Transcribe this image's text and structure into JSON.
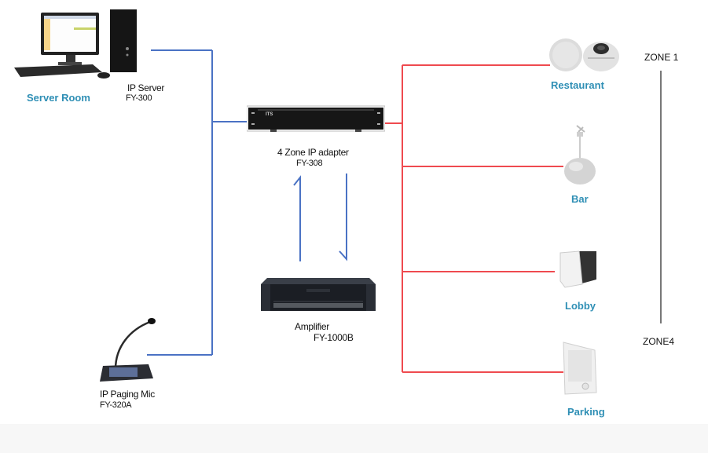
{
  "diagram": {
    "title": "IP paging system topology",
    "colors": {
      "network_wire": "#4a72c4",
      "speaker_wire": "#ef4a4f",
      "zone_bracket": "#777777",
      "zone_label": "#2f8fb5"
    },
    "devices": {
      "server": {
        "location": "Server Room",
        "name": "IP Server",
        "model": "FY-300",
        "icon": "desktop-computer-icon"
      },
      "adapter": {
        "name": "4 Zone IP adapter",
        "model": "FY-308",
        "icon": "rack-adapter-icon"
      },
      "amplifier": {
        "name": "Amplifier",
        "model": "FY-1000B",
        "icon": "rack-amplifier-icon"
      },
      "mic": {
        "name": "IP Paging Mic",
        "model": "FY-320A",
        "icon": "paging-microphone-icon"
      }
    },
    "zones": [
      {
        "name": "Restaurant",
        "icon": "ceiling-speaker-icon"
      },
      {
        "name": "Bar",
        "icon": "pendant-speaker-icon"
      },
      {
        "name": "Lobby",
        "icon": "wall-box-speaker-icon"
      },
      {
        "name": "Parking",
        "icon": "wall-panel-speaker-icon"
      }
    ],
    "zone_range": {
      "start": "ZONE 1",
      "end": "ZONE4"
    }
  }
}
